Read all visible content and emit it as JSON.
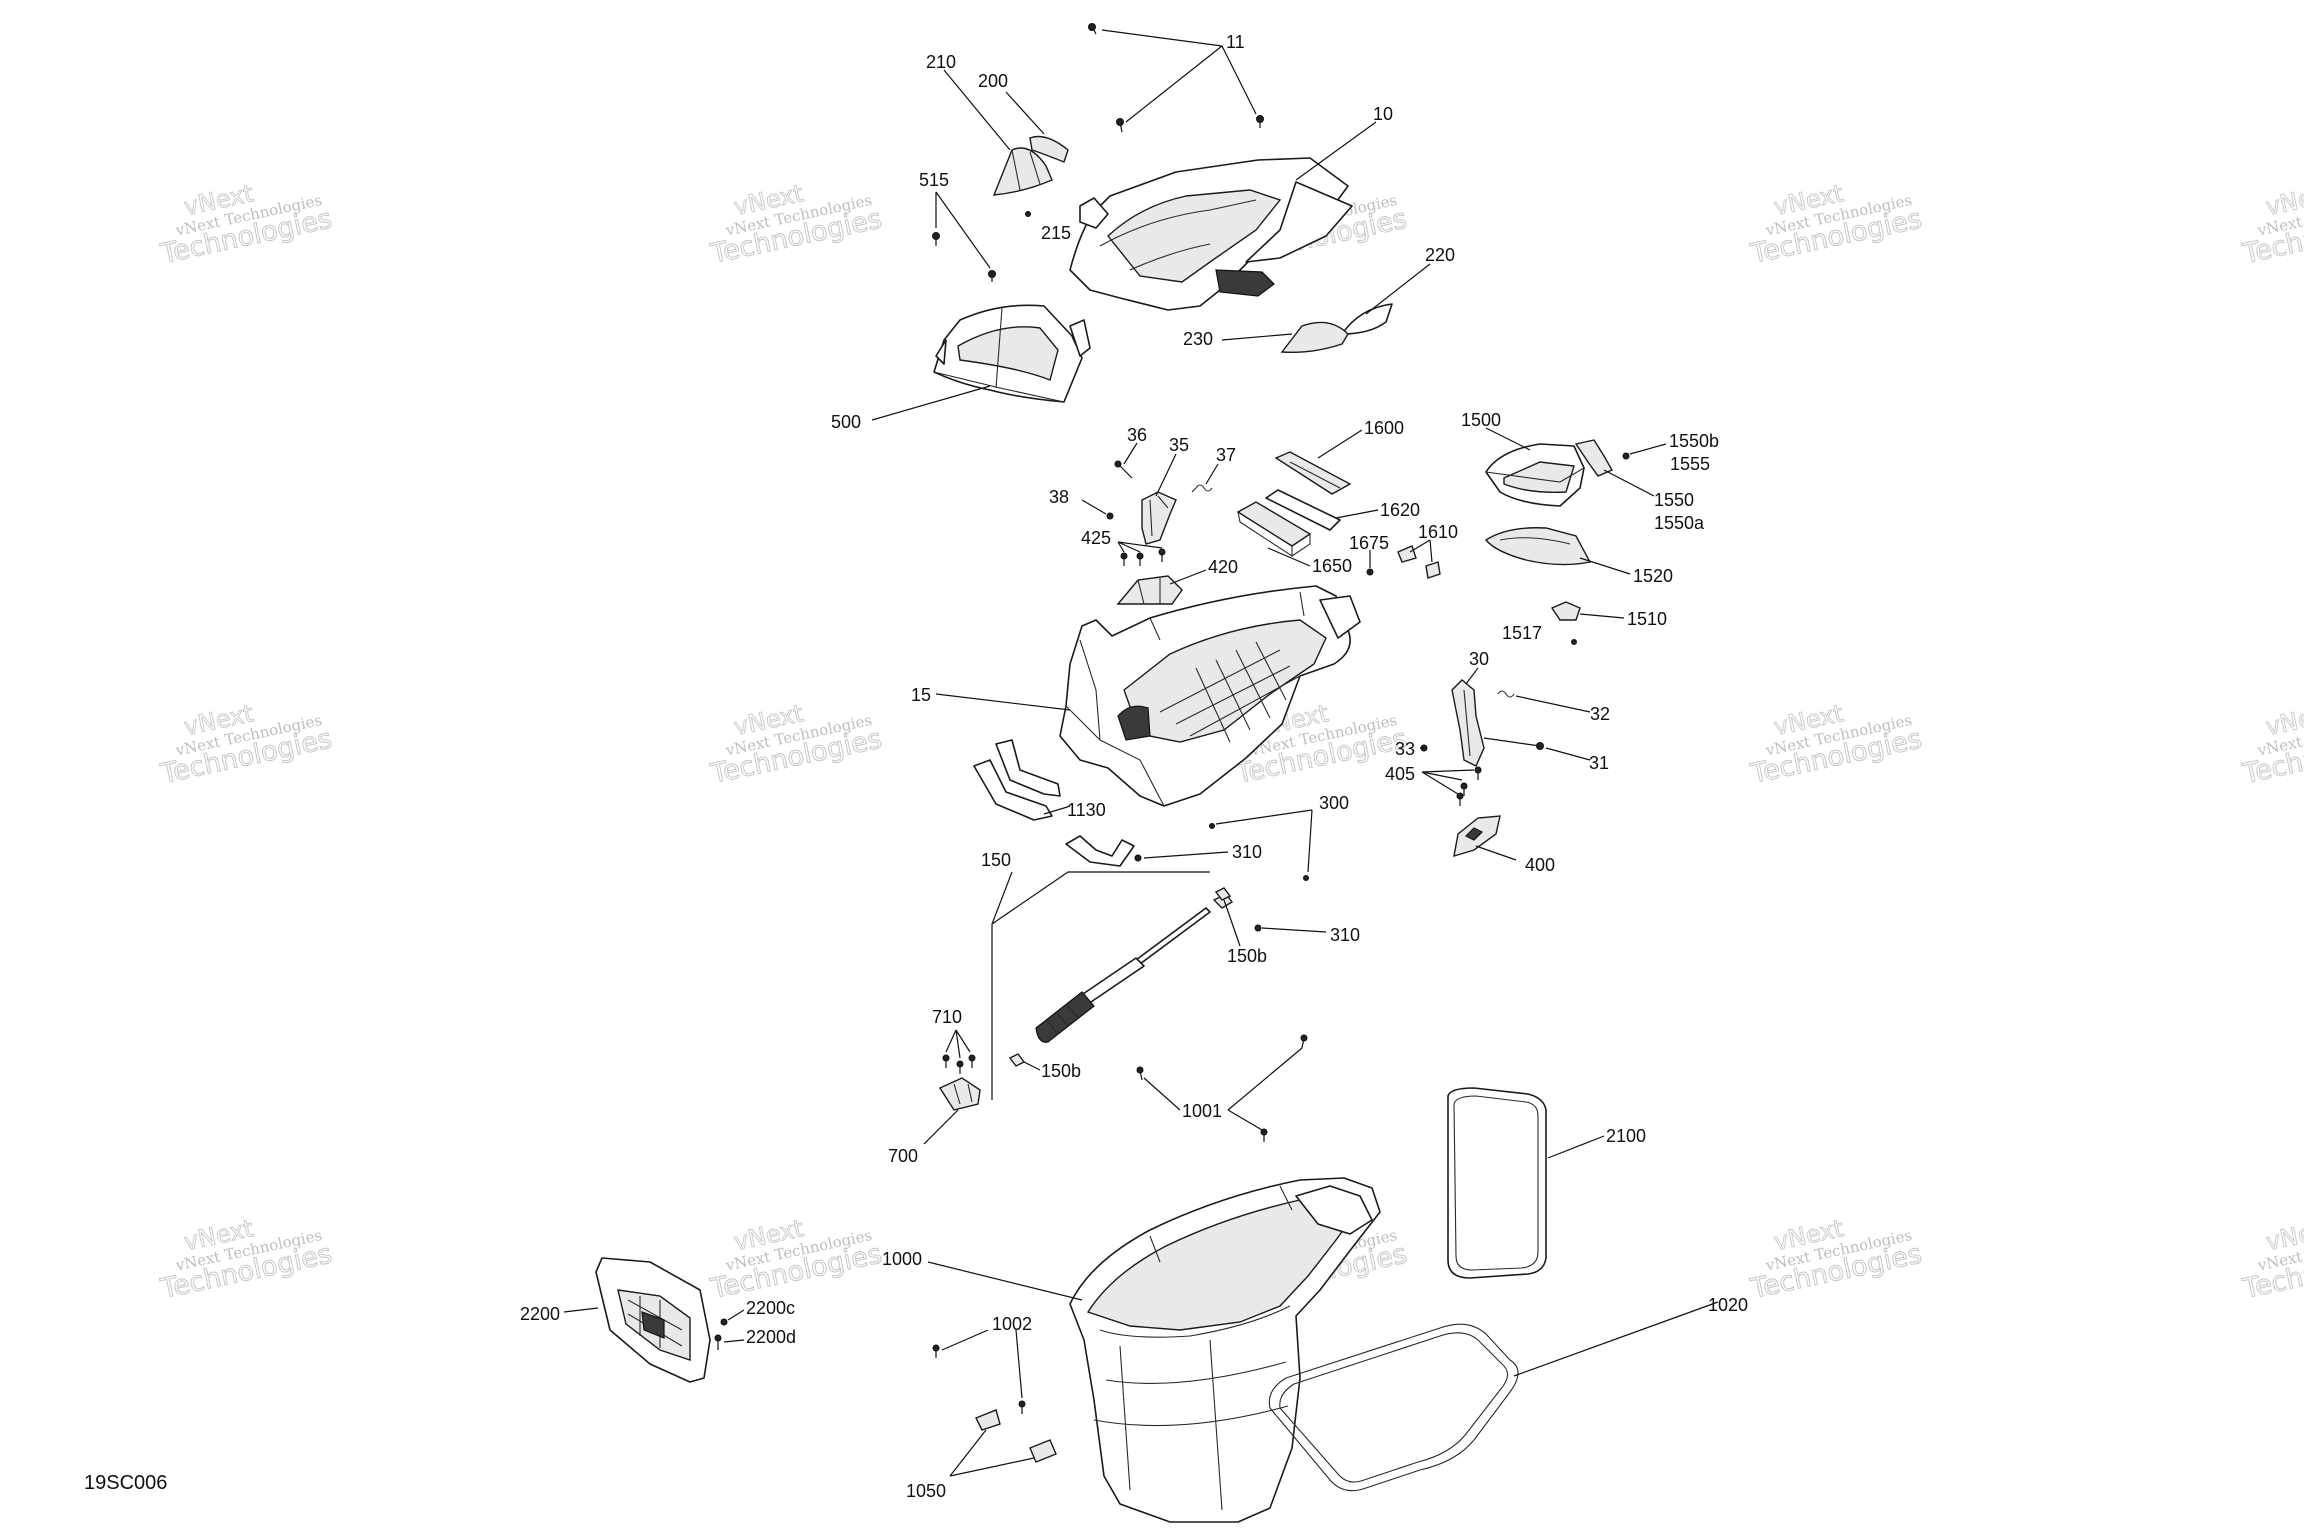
{
  "diagram": {
    "reference": "19SC006",
    "watermark": {
      "outline": "vNext",
      "line1": "vNext Technologies",
      "line2": "Technologies"
    },
    "callouts": {
      "c11": "11",
      "c210": "210",
      "c200": "200",
      "c10": "10",
      "c515": "515",
      "c215": "215",
      "c220": "220",
      "c230": "230",
      "c500": "500",
      "c36": "36",
      "c35": "35",
      "c37": "37",
      "c38": "38",
      "c425": "425",
      "c420": "420",
      "c1600": "1600",
      "c1620": "1620",
      "c1650": "1650",
      "c1675": "1675",
      "c1610": "1610",
      "c1500": "1500",
      "c1550b": "1550b",
      "c1555": "1555",
      "c1550": "1550",
      "c1550a": "1550a",
      "c1520": "1520",
      "c1510": "1510",
      "c1517": "1517",
      "c15": "15",
      "c30": "30",
      "c32": "32",
      "c33": "33",
      "c405": "405",
      "c31": "31",
      "c400": "400",
      "c1130": "1130",
      "c300": "300",
      "c310a": "310",
      "c310b": "310",
      "c150": "150",
      "c150b_top": "150b",
      "c710": "710",
      "c150b_bot": "150b",
      "c700": "700",
      "c1001": "1001",
      "c2100": "2100",
      "c1000": "1000",
      "c2200": "2200",
      "c2200c": "2200c",
      "c2200d": "2200d",
      "c1002": "1002",
      "c1020": "1020",
      "c1050": "1050"
    }
  }
}
